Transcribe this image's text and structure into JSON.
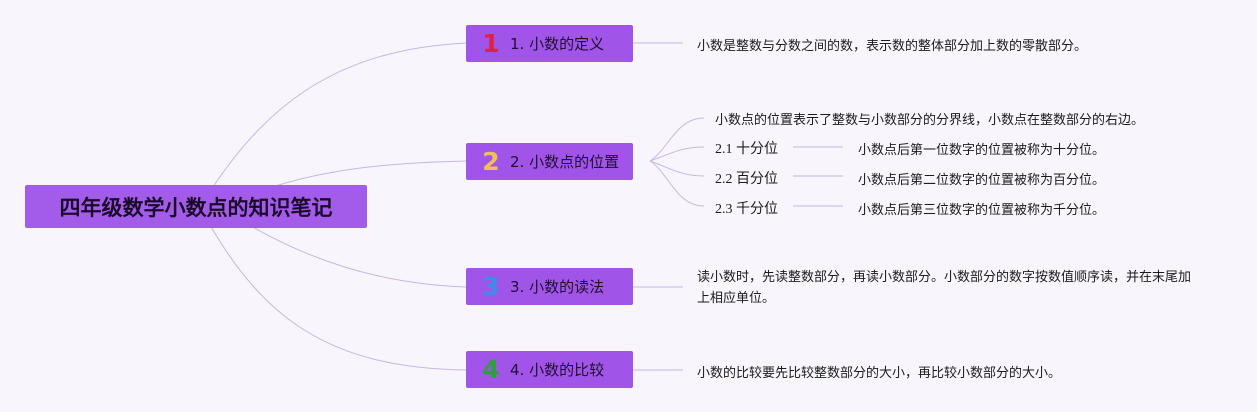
{
  "root": {
    "title": "四年级数学小数点的知识笔记"
  },
  "branches": [
    {
      "num": "1",
      "num_color": "#e0223f",
      "label": "1. 小数的定义",
      "leaf": "小数是整数与分数之间的数，表示数的整体部分加上数的零散部分。"
    },
    {
      "num": "2",
      "num_color": "#f2c150",
      "label": "2. 小数点的位置",
      "leaf": "小数点的位置表示了整数与小数部分的分界线，小数点在整数部分的右边。",
      "subs": [
        {
          "label": "2.1 十分位",
          "desc": "小数点后第一位数字的位置被称为十分位。"
        },
        {
          "label": "2.2 百分位",
          "desc": "小数点后第二位数字的位置被称为百分位。"
        },
        {
          "label": "2.3 千分位",
          "desc": "小数点后第三位数字的位置被称为千分位。"
        }
      ]
    },
    {
      "num": "3",
      "num_color": "#3b8ee8",
      "label": "3. 小数的读法",
      "leaf": "读小数时，先读整数部分，再读小数部分。小数部分的数字按数值顺序读，并在末尾加上相应单位。"
    },
    {
      "num": "4",
      "num_color": "#2e9e3e",
      "label": "4. 小数的比较",
      "leaf": "小数的比较要先比较整数部分的大小，再比较小数部分的大小。"
    }
  ],
  "colors": {
    "node_fill": "#a155e8",
    "connector": "#c8b4ea",
    "background": "#f8f5fc"
  }
}
